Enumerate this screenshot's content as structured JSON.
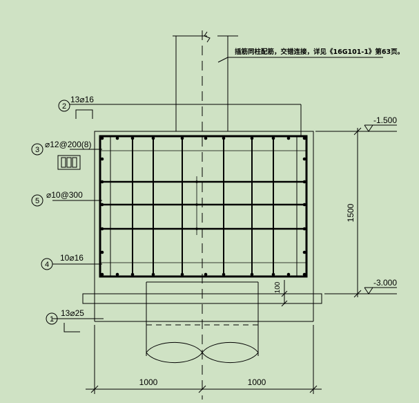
{
  "note": "插筋同柱配筋，交错连接，详见《16G101-1》第63页。",
  "callouts": [
    {
      "num": "1",
      "label": "13⌀25"
    },
    {
      "num": "2",
      "label": "13⌀16"
    },
    {
      "num": "3",
      "label": "⌀12@200(8)"
    },
    {
      "num": "4",
      "label": "10⌀16"
    },
    {
      "num": "5",
      "label": "⌀10@300"
    }
  ],
  "levels": {
    "top": "-1.500",
    "bottom": "-3.000"
  },
  "dims": {
    "height": "1500",
    "left": "1000",
    "right": "1000",
    "cushion": "100"
  }
}
